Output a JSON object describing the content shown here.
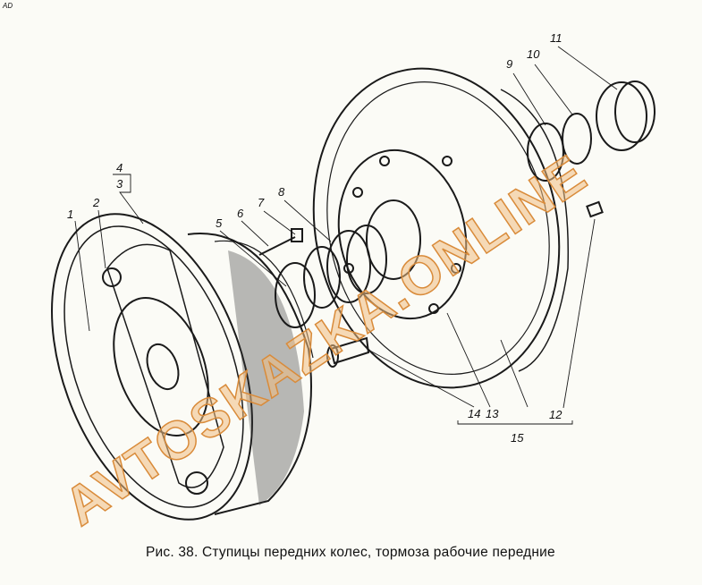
{
  "corner_mark": "AD",
  "watermark": "AVTOSKAZKA.ONLINE",
  "caption": "Рис. 38. Ступицы передних колес, тормоза рабочие передние",
  "callouts": [
    "1",
    "2",
    "3",
    "4",
    "5",
    "6",
    "7",
    "8",
    "9",
    "10",
    "11",
    "12",
    "13",
    "14",
    "15"
  ]
}
